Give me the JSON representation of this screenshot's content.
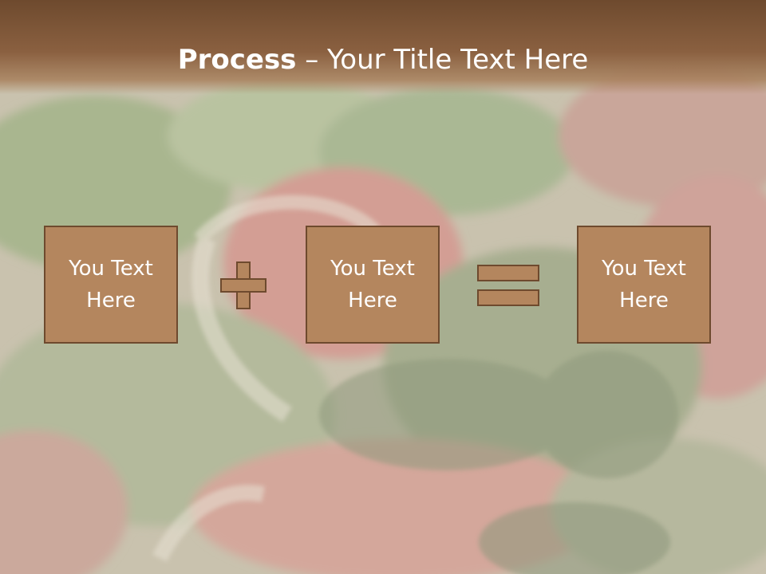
{
  "slide": {
    "title_bold": "Process",
    "title_rest": " – Your Title Text Here"
  },
  "boxes": [
    {
      "line1": "You Text",
      "line2": "Here"
    },
    {
      "line1": "You Text",
      "line2": "Here"
    },
    {
      "line1": "You Text",
      "line2": "Here"
    }
  ],
  "operators": {
    "first": "plus-icon",
    "second": "equals-icon"
  },
  "colors": {
    "title_bar": "#7a5233",
    "box_fill": "#b4865e",
    "box_border": "#6e4a2e",
    "text": "#ffffff"
  }
}
